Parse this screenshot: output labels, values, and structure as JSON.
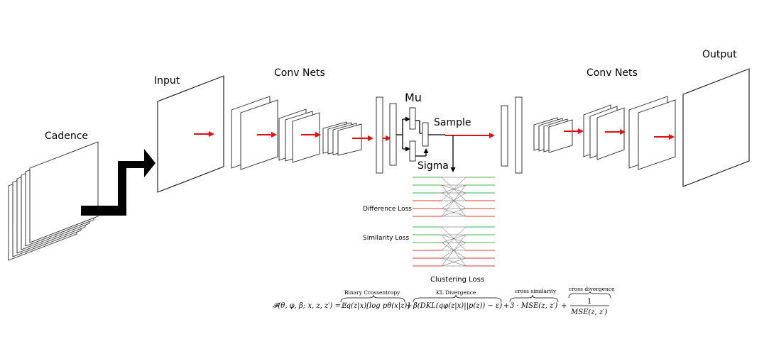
{
  "labels": {
    "cadence": "Cadence",
    "input": "Input",
    "conv_nets_left": "Conv Nets",
    "mu": "Mu",
    "sample": "Sample",
    "sigma": "Sigma",
    "conv_nets_right": "Conv Nets",
    "output": "Output",
    "difference_loss": "Difference Loss",
    "similarity_loss": "Similarity Loss",
    "clustering_loss": "Clustering Loss"
  },
  "formula": {
    "lhs": "𝓕(θ, φ, β; x, z, z′) =",
    "term1_label": "Binary Crossentropy",
    "term1": "𝔼q(z|x)[log pθ(x|z)]",
    "plus1": "+",
    "term2_label": "KL Divergence",
    "term2": "β(DKL(qφ(z|x)||p(z)) − ε)",
    "plus2": "+",
    "term3_label": "cross similarity",
    "term3": "3 · MSE(z, z′)",
    "plus3": "+",
    "term4_label": "cross divergence",
    "term4_num": "1",
    "term4_den": "MSE(z, z′)"
  },
  "colors": {
    "arrow": "#e01010",
    "green_bar": "#4caf50",
    "red_bar": "#e53935"
  }
}
